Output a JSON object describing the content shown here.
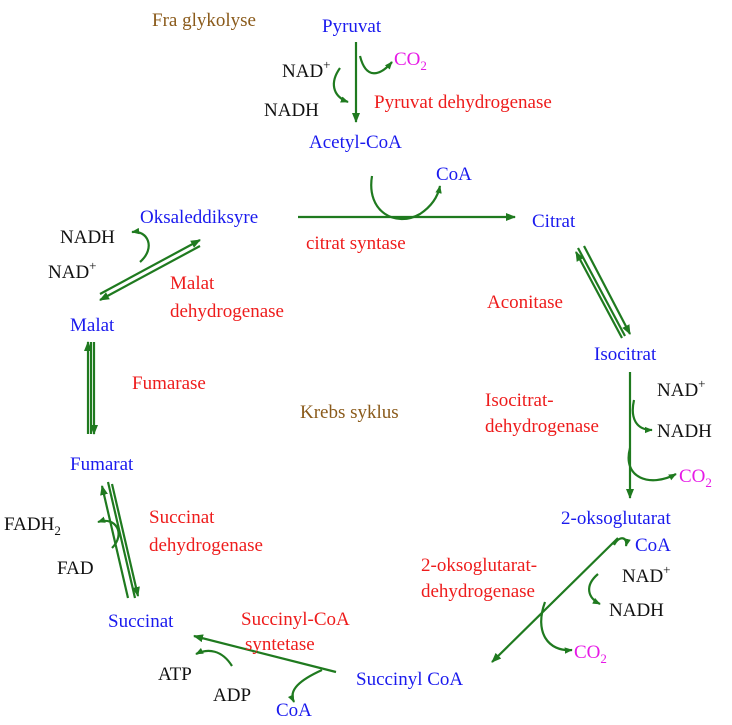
{
  "colors": {
    "metabolite": "#1a1aee",
    "enzyme": "#ee1c1c",
    "cofactor": "#111111",
    "co2": "#e619e6",
    "heading": "#8a5a1a",
    "arrow": "#1f7a1f"
  },
  "headings": {
    "source": "Fra glykolyse",
    "cycle": "Krebs syklus"
  },
  "metabolites": {
    "pyruvat": "Pyruvat",
    "acetyl_coa": "Acetyl-CoA",
    "citrat": "Citrat",
    "isocitrat": "Isocitrat",
    "oksoglutarat": "2-oksoglutarat",
    "succinyl_coa": "Succinyl CoA",
    "succinat": "Succinat",
    "fumarat": "Fumarat",
    "malat": "Malat",
    "oksaleddiksyre": "Oksaleddiksyre"
  },
  "enzymes": {
    "pyruvat_dh": "Pyruvat dehydrogenase",
    "citrat_syntase": "citrat syntase",
    "aconitase": "Aconitase",
    "isocitrat_dh_1": "Isocitrat-",
    "isocitrat_dh_2": "dehydrogenase",
    "oksoglutarat_dh_1": "2-oksoglutarat-",
    "oksoglutarat_dh_2": "dehydrogenase",
    "succinyl_syn_1": "Succinyl-CoA",
    "succinyl_syn_2": "syntetase",
    "succinat_dh_1": "Succinat",
    "succinat_dh_2": "dehydrogenase",
    "fumarase": "Fumarase",
    "malat_dh_1": "Malat",
    "malat_dh_2": "dehydrogenase"
  },
  "cofactors": {
    "nad": "NAD",
    "plus": "+",
    "nadh": "NADH",
    "co": "CO",
    "two": "2",
    "coa": "CoA",
    "atp": "ATP",
    "adp": "ADP",
    "fad": "FAD",
    "fadh": "FADH"
  }
}
